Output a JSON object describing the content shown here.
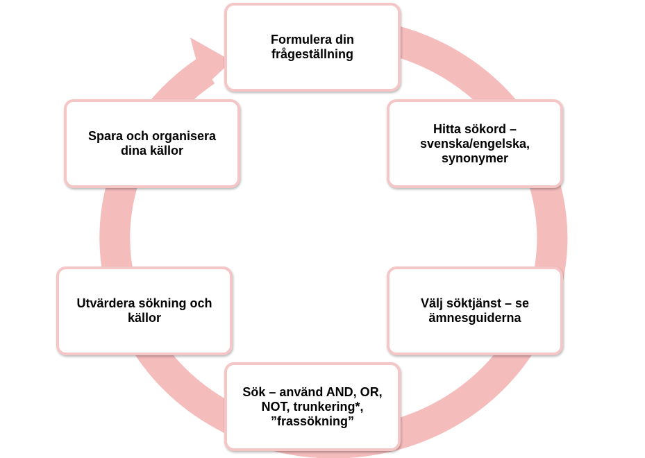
{
  "diagram": {
    "ring_color": "#f5bcbc",
    "box_border_color": "#f5c6c6",
    "steps": [
      {
        "label": "Formulera din frågeställning"
      },
      {
        "label": "Hitta sökord – svenska/engelska, synonymer"
      },
      {
        "label": "Välj söktjänst – se ämnesguiderna"
      },
      {
        "label": "Sök – använd AND, OR, NOT, trunkering*, ”frassökning”"
      },
      {
        "label": "Utvärdera sökning och källor"
      },
      {
        "label": "Spara och organisera dina källor"
      }
    ]
  }
}
